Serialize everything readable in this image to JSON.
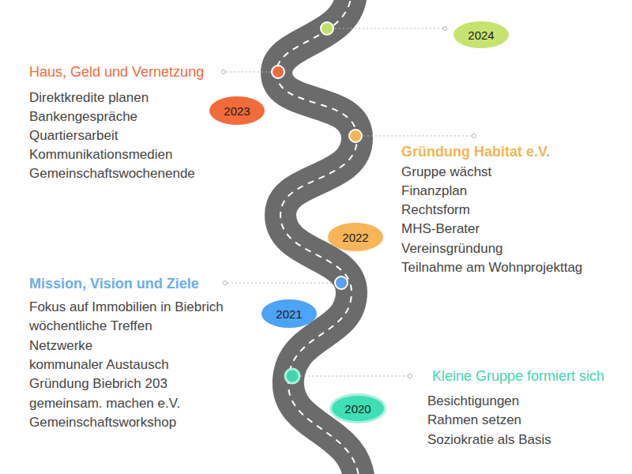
{
  "diagram": {
    "nodes": [
      {
        "text": [
          "2024"
        ]
      },
      {
        "text": [
          "2023"
        ]
      },
      {
        "text": [
          "2022"
        ]
      },
      {
        "text": [
          "2021"
        ]
      },
      {
        "text": [
          "2020"
        ]
      }
    ],
    "labels": [
      "Haus, Geld und Vernetzung",
      "Direktkredite planen",
      "Bankengespräche",
      "Quartiersarbeit",
      "Kommunikationsmedien",
      "Gemeinschaftswochenende",
      "Gründung Habitat e.V.",
      "Gruppe wächst",
      "Finanzplan",
      "Rechtsform",
      "MHS-Berater",
      "Vereinsgründung",
      "Teilnahme am Wohnprojekttag",
      "Mission, Vision und Ziele",
      "Fokus auf Immobilien in Biebrich",
      "wöchentliche Treffen",
      "Netzwerke",
      "kommunaler Austausch",
      "Gründung Biebrich 203",
      "gemeinsam. machen e.V.",
      "Gemeinschaftsworkshop",
      "Kleine Gruppe formiert sich",
      "Besichtigungen",
      "Rahmen setzen",
      "Soziokratie als Basis"
    ]
  }
}
